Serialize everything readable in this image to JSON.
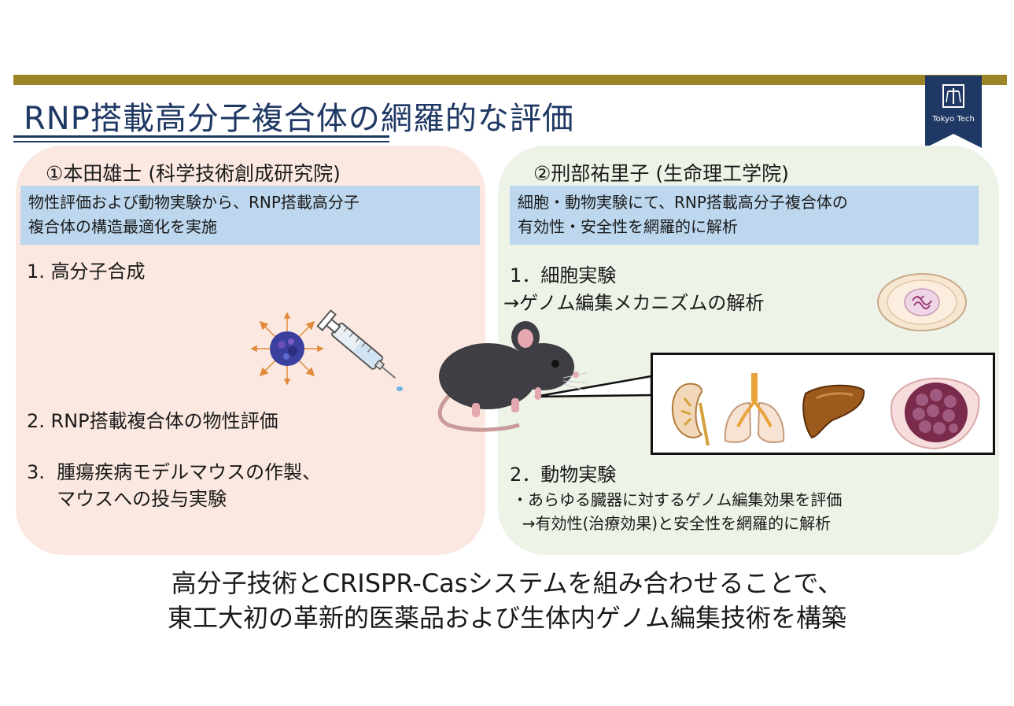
{
  "header": {
    "title": "RNP搭載高分子複合体の網羅的な評価",
    "logo_text": "Tokyo Tech",
    "accent_color": "#9c8526",
    "title_color": "#1f3864"
  },
  "left_panel": {
    "title": "①本田雄士 (科学技術創成研究院)",
    "summary_line1": "物性評価および動物実験から、RNP搭載高分子",
    "summary_line2": "複合体の構造最適化を実施",
    "items": [
      "1.  高分子合成",
      "2.  RNP搭載複合体の物性評価",
      "3.  腫瘍疾病モデルマウスの作製、",
      "     マウスへの投与実験"
    ],
    "bg_color": "#fbe9e1"
  },
  "right_panel": {
    "title": "②刑部祐里子 (生命理工学院)",
    "summary_line1": "細胞・動物実験にて、RNP搭載高分子複合体の",
    "summary_line2": "有効性・安全性を網羅的に解析",
    "item1": "1．細胞実験",
    "item1_sub": "→ゲノム編集メカニズムの解析",
    "item2": "2．動物実験",
    "bullet1": "・あらゆる臓器に対するゲノム編集効果を評価",
    "bullet2": "  →有効性(治療効果)と安全性を網羅的に解析",
    "bg_color": "#edf3e7"
  },
  "illustrations": [
    "nanoparticle-icon",
    "syringe-icon",
    "mouse-icon",
    "petri-dish-icon",
    "kidney-icon",
    "lungs-icon",
    "liver-icon",
    "tumor-icon"
  ],
  "footer": {
    "line1": "高分子技術とCRISPR-Casシステムを組み合わせることで、",
    "line2": "東工大初の革新的医薬品および生体内ゲノム編集技術を構築"
  }
}
